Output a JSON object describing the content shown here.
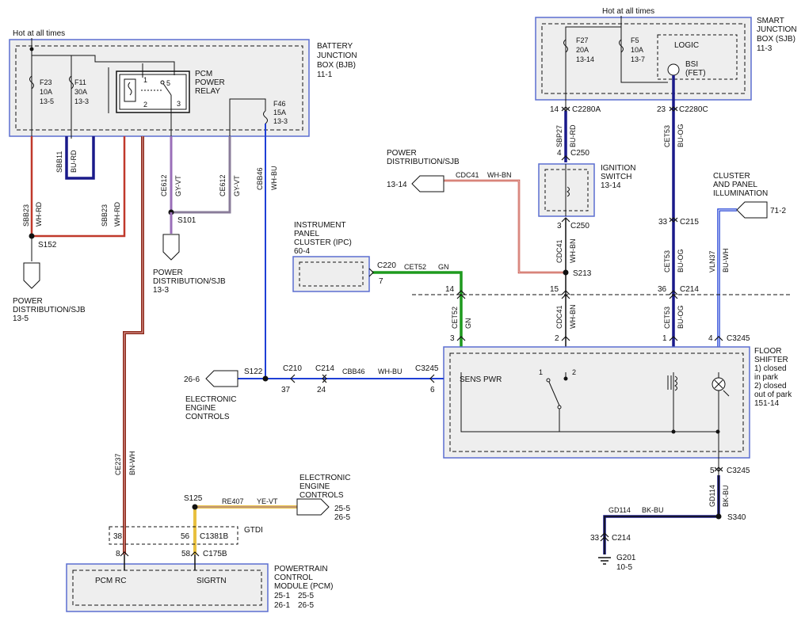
{
  "hot_at_all_times": "Hot at all times",
  "bjb": {
    "title": [
      "BATTERY",
      "JUNCTION",
      "BOX (BJB)",
      "11-1"
    ]
  },
  "sjb": {
    "title": [
      "SMART",
      "JUNCTION",
      "BOX (SJB)",
      "11-3"
    ],
    "logic": "LOGIC",
    "bsi": [
      "BSI",
      "(FET)"
    ]
  },
  "fuses": {
    "f23": [
      "F23",
      "10A",
      "13-5"
    ],
    "f11": [
      "F11",
      "30A",
      "13-3"
    ],
    "f46": [
      "F46",
      "15A",
      "13-3"
    ],
    "f27": [
      "F27",
      "20A",
      "13-14"
    ],
    "f5": [
      "F5",
      "10A",
      "13-7"
    ]
  },
  "pcm_relay": {
    "title": [
      "PCM",
      "POWER",
      "RELAY"
    ],
    "pins": [
      "1",
      "2",
      "3",
      "5"
    ]
  },
  "wires": {
    "sbb23a": [
      "SBB23",
      "WH-RD"
    ],
    "sbb11": [
      "SBB11",
      "BU-RD"
    ],
    "sbb23b": [
      "SBB23",
      "WH-RD"
    ],
    "ce612a": [
      "CE612",
      "GY-VT"
    ],
    "ce612b": [
      "CE612",
      "GY-VT"
    ],
    "cbb46a": [
      "CBB46",
      "WH-BU"
    ],
    "sbp27": [
      "SBP27",
      "BU-RD"
    ],
    "cet53a": [
      "CET53",
      "BU-OG"
    ],
    "cet53b": [
      "CET53",
      "BU-OG"
    ],
    "cet53c": [
      "CET53",
      "BU-OG"
    ],
    "cdc41a": [
      "CDC41",
      "WH-BN"
    ],
    "cdc41b": [
      "CDC41",
      "WH-BN"
    ],
    "cdc41c": [
      "CDC41",
      "WH-BN"
    ],
    "cet52a": [
      "CET52",
      "GN"
    ],
    "cet52b": [
      "CET52",
      "GN"
    ],
    "vln37": [
      "VLN37",
      "BU-WH"
    ],
    "cbb46b": [
      "CBB46",
      "WH-BU"
    ],
    "ce237": [
      "CE237",
      "BN-WH"
    ],
    "re407": [
      "RE407",
      "YE-VT"
    ],
    "gd114a": [
      "GD114",
      "BK-BU"
    ],
    "gd114b": [
      "GD114",
      "BK-BU"
    ]
  },
  "splices": {
    "s152": "S152",
    "s101": "S101",
    "s213": "S213",
    "s122": "S122",
    "s125": "S125",
    "s340": "S340"
  },
  "connectors": {
    "c2280a": {
      "name": "C2280A",
      "pin": "14"
    },
    "c2280c": {
      "name": "C2280C",
      "pin": "23"
    },
    "c250_top": {
      "name": "C250",
      "pin": "4"
    },
    "c250_bot": {
      "name": "C250",
      "pin": "3"
    },
    "c215": {
      "name": "C215",
      "pin": "33"
    },
    "c214": {
      "name": "C214",
      "pins": [
        "14",
        "15",
        "36"
      ]
    },
    "c220": {
      "name": "C220",
      "pin": "7"
    },
    "c3245_top": {
      "name": "C3245",
      "pins": [
        "3",
        "2",
        "1",
        "4"
      ]
    },
    "c3245_left": {
      "name": "C3245",
      "pin": "6"
    },
    "c3245_bot": {
      "name": "C3245",
      "pin": "5"
    },
    "c214_left": {
      "name": "C214",
      "pin": "24"
    },
    "c210": {
      "name": "C210",
      "pin": "37"
    },
    "c1381b": {
      "name": "C1381B",
      "pins": [
        "38",
        "56"
      ],
      "gtdi": "GTDI"
    },
    "c175b": {
      "name": "C175B",
      "pins": [
        "8",
        "58"
      ]
    },
    "c214_gnd": {
      "name": "C214",
      "pin": "33"
    }
  },
  "refs": {
    "power_dist_left": [
      "POWER",
      "DISTRIBUTION/SJB",
      "13-5"
    ],
    "power_dist_mid": [
      "POWER",
      "DISTRIBUTION/SJB",
      "13-3"
    ],
    "power_dist_top": [
      "POWER",
      "DISTRIBUTION/SJB"
    ],
    "power_dist_top_page": "13-14",
    "cluster_illum": [
      "CLUSTER",
      "AND PANEL",
      "ILLUMINATION"
    ],
    "cluster_illum_page": "71-2",
    "eec_left": [
      "ELECTRONIC",
      "ENGINE",
      "CONTROLS"
    ],
    "eec_left_page": "26-6",
    "eec_right": [
      "ELECTRONIC",
      "ENGINE",
      "CONTROLS"
    ],
    "eec_right_pages": [
      "25-5",
      "26-5"
    ]
  },
  "ignition_switch": [
    "IGNITION",
    "SWITCH",
    "13-14"
  ],
  "ipc": [
    "INSTRUMENT",
    "PANEL",
    "CLUSTER (IPC)",
    "60-4"
  ],
  "floor_shifter": {
    "title": [
      "FLOOR",
      "SHIFTER",
      "1) closed",
      "in park",
      "2) closed",
      "out of park",
      "151-14"
    ],
    "sens_pwr": "SENS PWR",
    "sw_pins": [
      "1",
      "2"
    ]
  },
  "pcm": {
    "title": [
      "POWERTRAIN",
      "CONTROL",
      "MODULE (PCM)"
    ],
    "pages": [
      "25-1",
      "25-5",
      "26-1",
      "26-5"
    ],
    "pcm_rc": "PCM RC",
    "sigrtn": "SIGRTN"
  },
  "ground": {
    "name": "G201",
    "page": "10-5"
  },
  "colors": {
    "red": "#c0392b",
    "white_red": "#e9a8a8",
    "blue": "#1f3fd6",
    "navy": "#1a1a8a",
    "purple": "#9a6fb8",
    "gray": "#8a7c9a",
    "green": "#1e9a1e",
    "yellow": "#e8c040",
    "brown": "#8b2a1a",
    "box_border": "#5b6fd0",
    "box_fill": "#eeeeee"
  }
}
